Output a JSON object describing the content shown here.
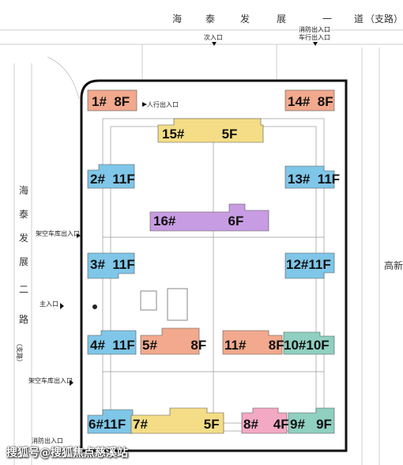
{
  "roads": {
    "top": [
      "海",
      "泰",
      "发",
      "展",
      "一",
      "道",
      "（支路）"
    ],
    "left": [
      "海",
      "泰",
      "发",
      "展",
      "二",
      "路",
      "（支路）"
    ],
    "right_partial": "高新区"
  },
  "entrances": {
    "secondary_top": "次入口",
    "fire_top": "消防出入口",
    "vehicle_top": "车行出入口",
    "pedestrian": "人行出入口",
    "garage_1": "架空车库出入口",
    "main": "主入口",
    "garage_2": "架空车库出入口",
    "fire_bottom": "消防出入口"
  },
  "buildings": [
    {
      "id": "b1",
      "label": "1#  8F",
      "color": "#f2a98d"
    },
    {
      "id": "b14",
      "label": "14#  8F",
      "color": "#f2a98d"
    },
    {
      "id": "b15",
      "label": "15#          5F",
      "color": "#f4dd86"
    },
    {
      "id": "b2",
      "label": "2#  11F",
      "color": "#7fc6e8"
    },
    {
      "id": "b13",
      "label": "13#  11F",
      "color": "#7fc6e8"
    },
    {
      "id": "b16",
      "label": "16#              6F",
      "color": "#c89ce2"
    },
    {
      "id": "b3",
      "label": "3#  11F",
      "color": "#7fc6e8"
    },
    {
      "id": "b12",
      "label": "12#11F",
      "color": "#7fc6e8"
    },
    {
      "id": "b4",
      "label": "4#  11F",
      "color": "#7fc6e8"
    },
    {
      "id": "b5",
      "label": "5#         8F",
      "color": "#f2a98d"
    },
    {
      "id": "b11",
      "label": "11#      8F",
      "color": "#f2a98d"
    },
    {
      "id": "b10",
      "label": "10#10F",
      "color": "#8fd0c0"
    },
    {
      "id": "b6",
      "label": "6#11F",
      "color": "#7fc6e8"
    },
    {
      "id": "b7",
      "label": "7#               5F",
      "color": "#f4dd86"
    },
    {
      "id": "b8",
      "label": "8#    4F",
      "color": "#f3a9c3"
    },
    {
      "id": "b9",
      "label": "9#   9F",
      "color": "#8fd0c0"
    }
  ],
  "watermark": "搜狐号@搜狐焦点慈溪站"
}
